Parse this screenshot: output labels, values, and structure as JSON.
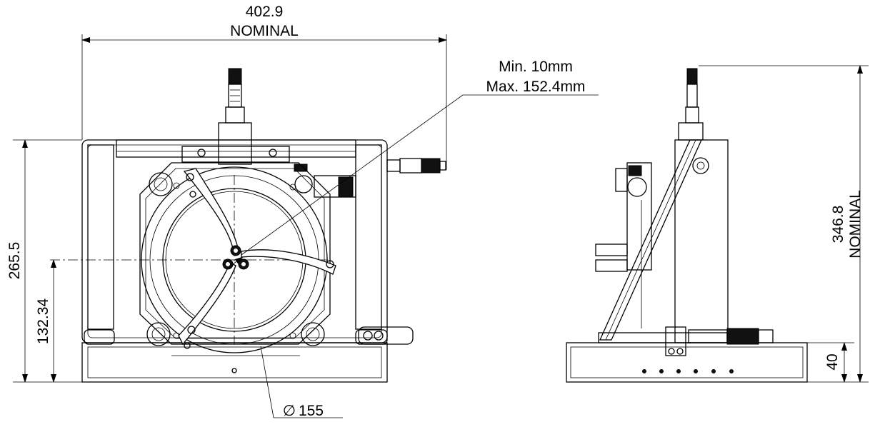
{
  "dimensions": {
    "overall_width": "402.9",
    "overall_width_note": "NOMINAL",
    "overall_height_front": "265.5",
    "center_height": "132.34",
    "clamp_range_min": "Min. 10mm",
    "clamp_range_max": "Max. 152.4mm",
    "aperture_diameter": "155",
    "overall_height_side": "346.8",
    "overall_height_side_note": "NOMINAL",
    "base_height": "40"
  },
  "symbols": {
    "diameter_symbol": "∅"
  }
}
